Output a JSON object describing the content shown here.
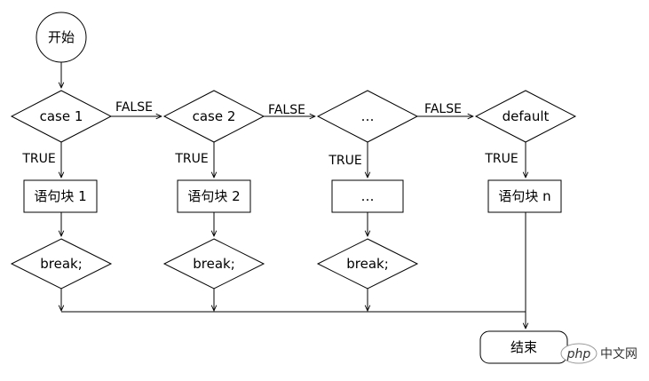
{
  "nodes": {
    "start": "开始",
    "case1": "case 1",
    "case2": "case 2",
    "case3": "…",
    "default": "default",
    "block1": "语句块 1",
    "block2": "语句块 2",
    "block3": "…",
    "blockn": "语句块 n",
    "break1": "break;",
    "break2": "break;",
    "break3": "break;",
    "end": "结束"
  },
  "edge_labels": {
    "false": "FALSE",
    "true": "TRUE"
  },
  "watermark": {
    "logo": "php",
    "text": "中文网"
  },
  "colors": {
    "stroke": "#000000",
    "background": "#ffffff",
    "watermark_badge": "#ffffff"
  }
}
